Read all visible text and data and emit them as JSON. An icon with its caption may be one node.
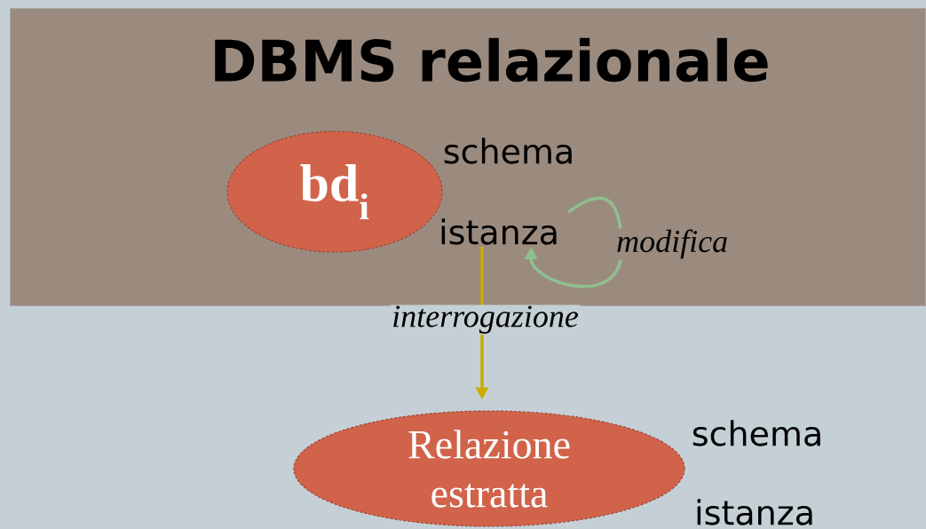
{
  "diagram": {
    "nodes": [
      {
        "text": [
          "DBMS relazionale"
        ]
      },
      {
        "text": [
          "bd$_{i}$"
        ],
        "beside": [
          "schema"
        ],
        "in": 0
      },
      {
        "text": [
          "istanza"
        ],
        "in": 0
      },
      {
        "text": [
          "Relazione estratta"
        ],
        "beside": [
          "schema",
          "istanza"
        ]
      }
    ],
    "edges": [
      {
        "from": 2,
        "to": 2,
        "arrow": "to",
        "label": "modifica",
        "color": "#8fbf8f"
      },
      {
        "from": 2,
        "to": 3,
        "arrow": "to",
        "label": "interrogazione",
        "color": "#c8ac00"
      }
    ]
  }
}
